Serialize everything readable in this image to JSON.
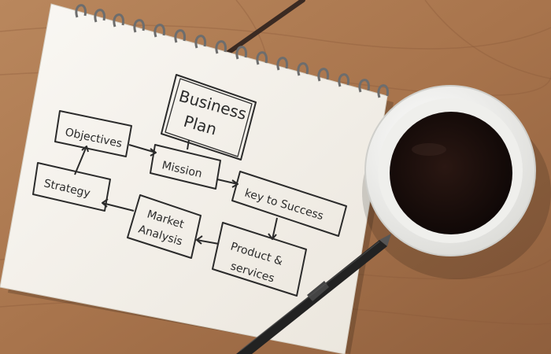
{
  "diagram": {
    "title_line1": "Business",
    "title_line2": "Plan",
    "objectives": "Objectives",
    "mission": "Mission",
    "strategy": "Strategy",
    "key_to_success": "key to Success",
    "market_line1": "Market",
    "market_line2": "Analysis",
    "product_line1": "Product &",
    "product_line2": "services"
  },
  "colors": {
    "table": "#a9774f",
    "paper": "#f4f1ec",
    "ink": "#2b2b2b",
    "coffee": "#1a0f0c",
    "cup": "#f7f7f5"
  }
}
